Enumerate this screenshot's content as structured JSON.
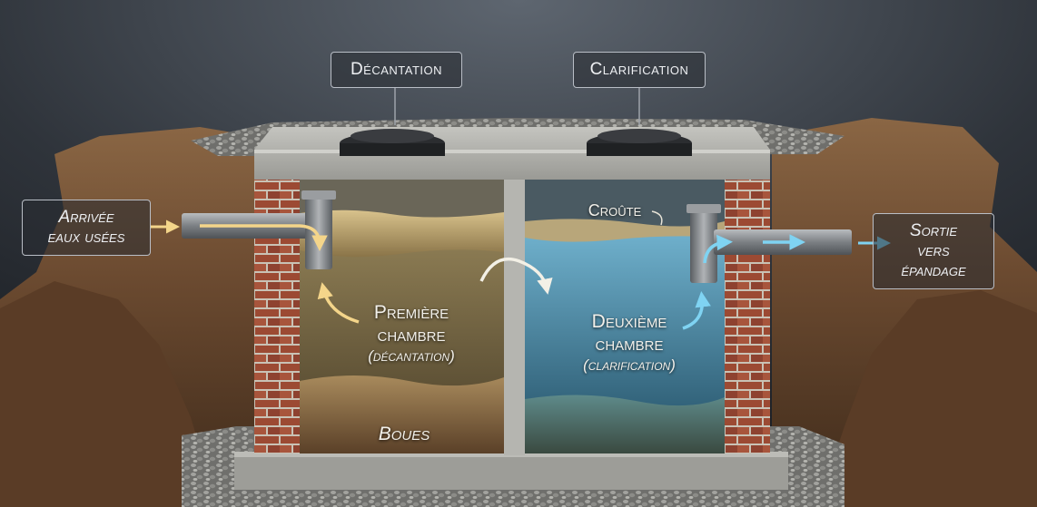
{
  "labels": {
    "decantation": "Décantation",
    "clarification": "Clarification",
    "inlet_line1": "Arrivée",
    "inlet_line2": "eaux usées",
    "outlet_line1": "Sortie",
    "outlet_line2": "vers",
    "outlet_line3": "épandage",
    "crust": "Croûte",
    "first_chamber_line1": "Première",
    "first_chamber_line2": "chambre",
    "first_chamber_line3": "(décantation)",
    "second_chamber_line1": "Deuxième",
    "second_chamber_line2": "chambre",
    "second_chamber_line3": "(clarification)",
    "sludge": "Boues"
  },
  "colors": {
    "background": "#2c3138",
    "soil": "#6b4a30",
    "gravel": "#8d8d8a",
    "concrete": "#a9a9a4",
    "brick": "#9c4a33",
    "water_first": "#7a6a45",
    "water_second": "#4f8aa6",
    "sludge": "#6e5232",
    "arrow_inflow": "#f4d58a",
    "arrow_outflow": "#7fd3f2"
  },
  "icons": {
    "inlet_arrow": "arrow-right-icon",
    "outlet_arrow": "arrow-right-icon",
    "flow_arrow": "curved-arrow-icon",
    "manhole": "manhole-cover-icon"
  }
}
